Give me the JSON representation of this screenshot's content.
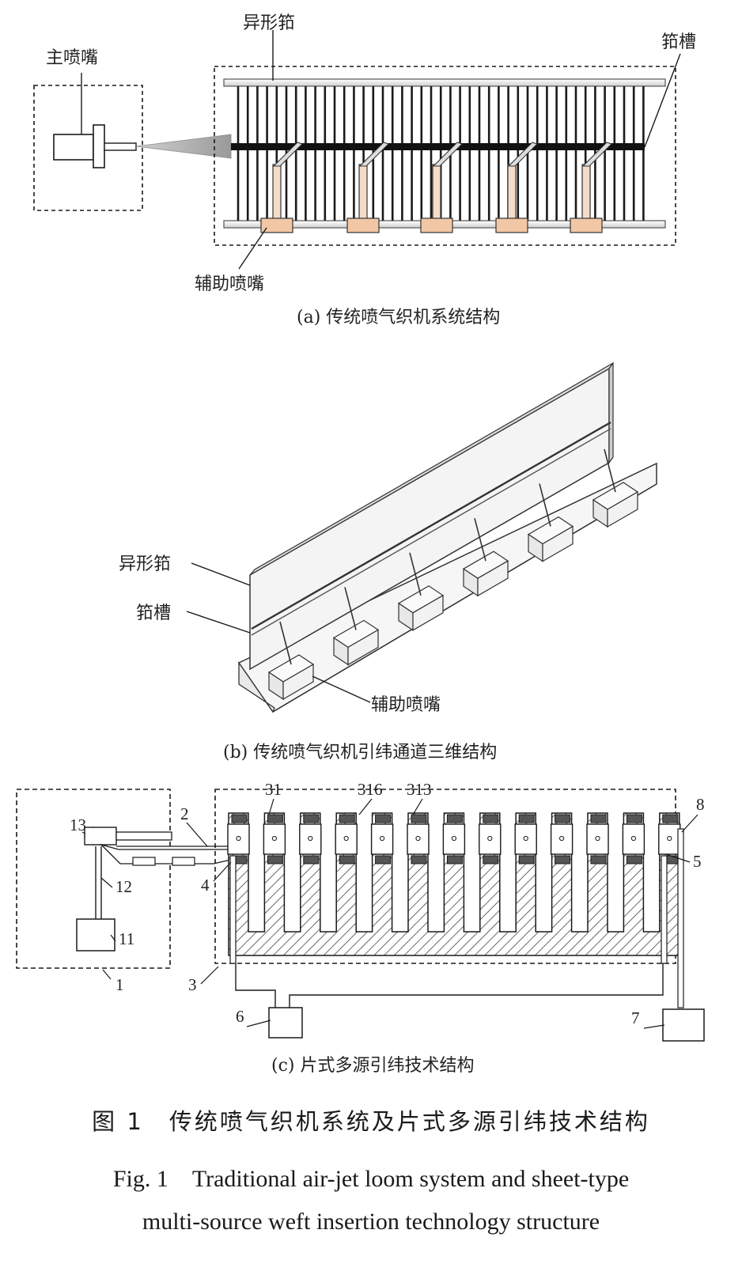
{
  "panel_a": {
    "main_nozzle": "主喷嘴",
    "profiled_reed": "异形筘",
    "reed_groove": "筘槽",
    "aux_nozzle": "辅助喷嘴",
    "caption": "(a) 传统喷气织机系统结构"
  },
  "panel_b": {
    "profiled_reed": "异形筘",
    "reed_groove": "筘槽",
    "aux_nozzle": "辅助喷嘴",
    "caption": "(b) 传统喷气织机引纬通道三维结构"
  },
  "panel_c": {
    "labels": [
      "1",
      "2",
      "3",
      "4",
      "5",
      "6",
      "7",
      "8",
      "11",
      "12",
      "13",
      "31",
      "313",
      "316"
    ],
    "caption": "(c) 片式多源引纬技术结构"
  },
  "figure": {
    "title_zh": "图 1　传统喷气织机系统及片式多源引纬技术结构",
    "title_en_line1": "Fig. 1　Traditional air-jet loom system and sheet-type",
    "title_en_line2": "multi-source weft insertion technology structure"
  },
  "colors": {
    "line": "#1a1a1a",
    "aux_block": "#f2c7a6",
    "aux_tube": "#f5dcc8",
    "rail": "#e6e6e6",
    "hatch": "#444444"
  }
}
